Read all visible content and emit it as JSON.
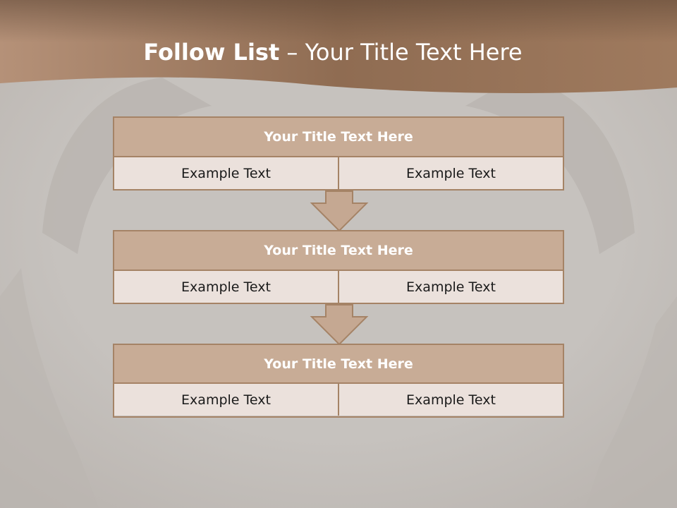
{
  "title": {
    "bold": "Follow List",
    "rest": " – Your Title Text Here"
  },
  "blocks": [
    {
      "title": "Your Title Text Here",
      "left": "Example Text",
      "right": "Example Text"
    },
    {
      "title": "Your Title Text Here",
      "left": "Example Text",
      "right": "Example Text"
    },
    {
      "title": "Your Title Text Here",
      "left": "Example Text",
      "right": "Example Text"
    }
  ],
  "colors": {
    "header_band": "#9c7658",
    "block_header": "#c8ac96",
    "block_cell": "#ebe1dc",
    "border": "#a58366",
    "arrow_fill": "#c5a892"
  },
  "icons": [
    "down-arrow-icon"
  ]
}
